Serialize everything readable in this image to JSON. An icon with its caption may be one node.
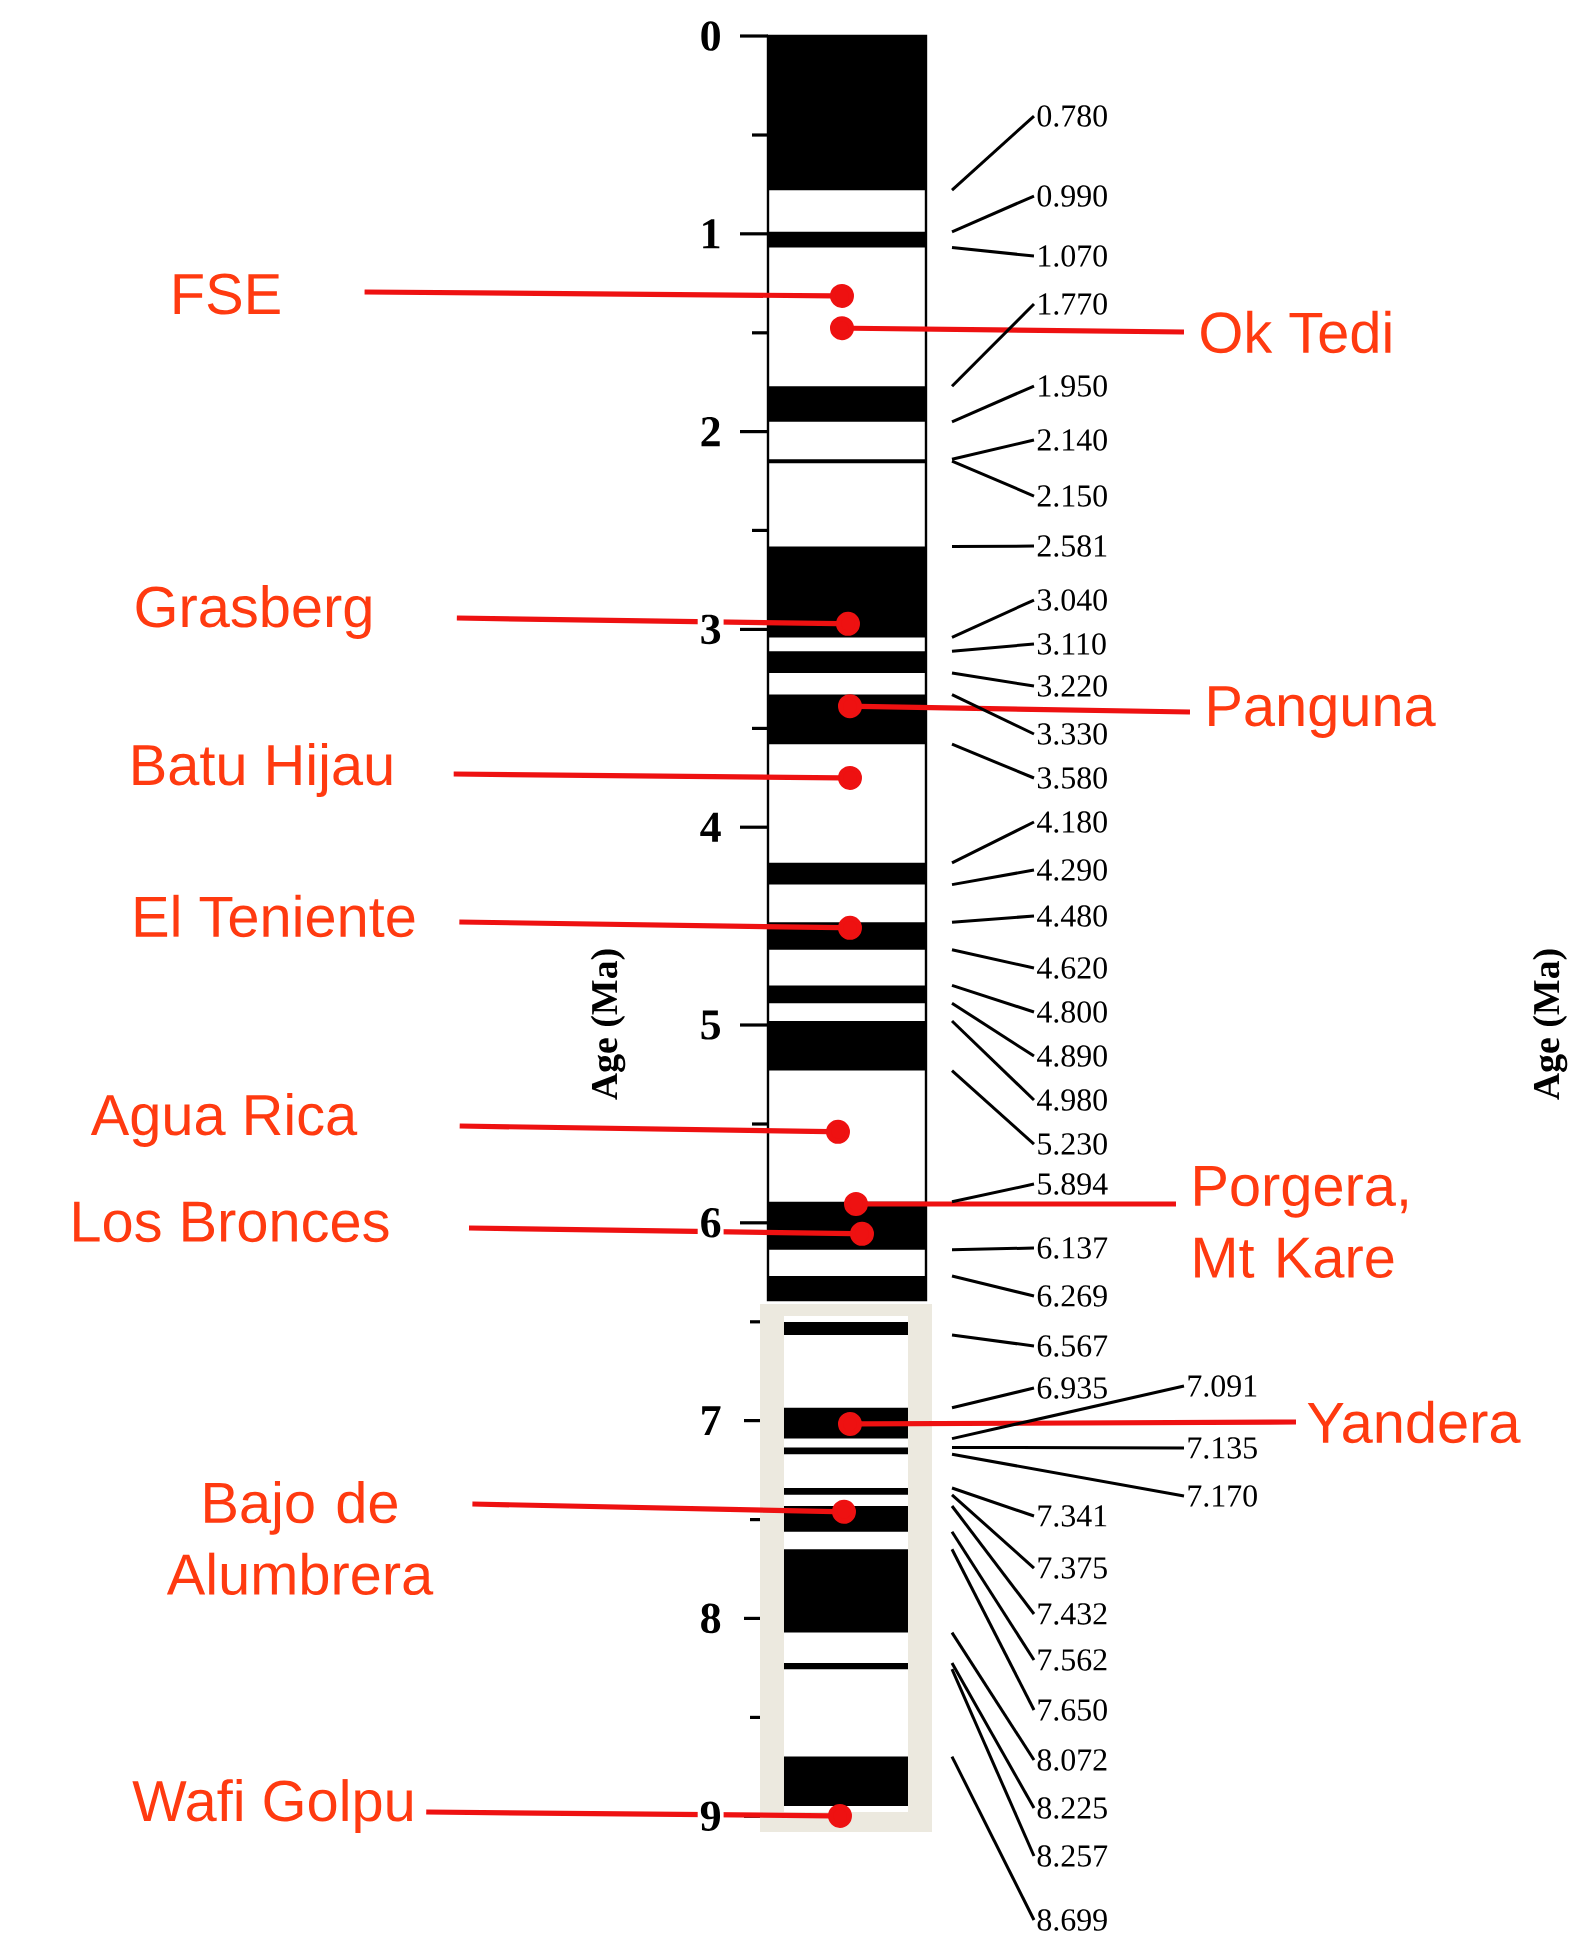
{
  "diagram": {
    "nodes": [
      {
        "text": [
          "FSE"
        ]
      },
      {
        "text": [
          "Ok Tedi"
        ]
      },
      {
        "text": [
          "Grasberg"
        ]
      },
      {
        "text": [
          "Panguna"
        ]
      },
      {
        "text": [
          "Batu Hijau"
        ]
      },
      {
        "text": [
          "El Teniente"
        ]
      },
      {
        "text": [
          "Agua Rica"
        ]
      },
      {
        "text": [
          "Porgera, Mt Kare"
        ]
      },
      {
        "text": [
          "Los Bronces"
        ]
      },
      {
        "text": [
          "Yandera"
        ]
      },
      {
        "text": [
          "Bajo de Alumbrera"
        ]
      },
      {
        "text": [
          "Wafi Golpu"
        ]
      },
      {
        "text": [
          "0.780"
        ]
      },
      {
        "text": [
          "0.990"
        ]
      },
      {
        "text": [
          "1.070"
        ]
      },
      {
        "text": [
          "1.770"
        ]
      },
      {
        "text": [
          "1.950"
        ]
      },
      {
        "text": [
          "2.140"
        ]
      },
      {
        "text": [
          "2.150"
        ]
      },
      {
        "text": [
          "2.581"
        ]
      },
      {
        "text": [
          "3.040"
        ]
      },
      {
        "text": [
          "3.110"
        ]
      },
      {
        "text": [
          "3.220"
        ]
      },
      {
        "text": [
          "3.330"
        ]
      },
      {
        "text": [
          "3.580"
        ]
      },
      {
        "text": [
          "4.180"
        ]
      },
      {
        "text": [
          "4.290"
        ]
      },
      {
        "text": [
          "4.480"
        ]
      },
      {
        "text": [
          "4.620"
        ]
      },
      {
        "text": [
          "4.800"
        ]
      },
      {
        "text": [
          "4.890"
        ]
      },
      {
        "text": [
          "4.980"
        ]
      },
      {
        "text": [
          "5.230"
        ]
      },
      {
        "text": [
          "5.894"
        ]
      },
      {
        "text": [
          "6.137"
        ]
      },
      {
        "text": [
          "6.269"
        ]
      },
      {
        "text": [
          "6.567"
        ]
      },
      {
        "text": [
          "6.935"
        ]
      },
      {
        "text": [
          "7.091"
        ]
      },
      {
        "text": [
          "7.135"
        ]
      },
      {
        "text": [
          "7.170"
        ]
      },
      {
        "text": [
          "7.341"
        ]
      },
      {
        "text": [
          "7.375"
        ]
      },
      {
        "text": [
          "7.432"
        ]
      },
      {
        "text": [
          "7.562"
        ]
      },
      {
        "text": [
          "7.650"
        ]
      },
      {
        "text": [
          "8.072"
        ]
      },
      {
        "text": [
          "8.225"
        ]
      },
      {
        "text": [
          "8.257"
        ]
      },
      {
        "text": [
          "8.699"
        ]
      }
    ],
    "edges": [
      {
        "from": 0,
        "to": null,
        "arrow": "other",
        "color": "#ee1111"
      },
      {
        "from": 1,
        "to": null,
        "arrow": "other",
        "color": "#ee1111"
      },
      {
        "from": 2,
        "to": null,
        "arrow": "other",
        "color": "#ee1111"
      },
      {
        "from": 3,
        "to": null,
        "arrow": "other",
        "color": "#ee1111"
      },
      {
        "from": 4,
        "to": null,
        "arrow": "other",
        "color": "#ee1111"
      },
      {
        "from": 5,
        "to": null,
        "arrow": "other",
        "color": "#ee1111"
      },
      {
        "from": 6,
        "to": null,
        "arrow": "other",
        "color": "#ee1111"
      },
      {
        "from": 7,
        "to": null,
        "arrow": "other",
        "color": "#ee1111"
      },
      {
        "from": 8,
        "to": null,
        "arrow": "other",
        "color": "#ee1111"
      },
      {
        "from": 9,
        "to": null,
        "arrow": "other",
        "color": "#ee1111"
      },
      {
        "from": 10,
        "to": null,
        "arrow": "other",
        "color": "#ee1111"
      },
      {
        "from": 11,
        "to": null,
        "arrow": "other",
        "color": "#ee1111"
      },
      {
        "from": 12,
        "to": null,
        "arrow": "none"
      },
      {
        "from": 13,
        "to": null,
        "arrow": "none"
      },
      {
        "from": 14,
        "to": null,
        "arrow": "none"
      },
      {
        "from": 15,
        "to": null,
        "arrow": "none"
      },
      {
        "from": 16,
        "to": null,
        "arrow": "none"
      },
      {
        "from": 17,
        "to": null,
        "arrow": "none"
      },
      {
        "from": 18,
        "to": null,
        "arrow": "none"
      },
      {
        "from": 19,
        "to": null,
        "arrow": "none"
      },
      {
        "from": 20,
        "to": null,
        "arrow": "none"
      },
      {
        "from": 21,
        "to": null,
        "arrow": "none"
      },
      {
        "from": 22,
        "to": null,
        "arrow": "none"
      },
      {
        "from": 23,
        "to": null,
        "arrow": "none"
      },
      {
        "from": 24,
        "to": null,
        "arrow": "none"
      },
      {
        "from": 25,
        "to": null,
        "arrow": "none"
      },
      {
        "from": 26,
        "to": null,
        "arrow": "none"
      },
      {
        "from": 27,
        "to": null,
        "arrow": "none"
      },
      {
        "from": 28,
        "to": null,
        "arrow": "none"
      },
      {
        "from": 29,
        "to": null,
        "arrow": "none"
      },
      {
        "from": 30,
        "to": null,
        "arrow": "none"
      },
      {
        "from": 31,
        "to": null,
        "arrow": "none"
      },
      {
        "from": 32,
        "to": null,
        "arrow": "none"
      },
      {
        "from": 33,
        "to": null,
        "arrow": "none"
      },
      {
        "from": 34,
        "to": null,
        "arrow": "none"
      },
      {
        "from": 35,
        "to": null,
        "arrow": "none"
      },
      {
        "from": 36,
        "to": null,
        "arrow": "none"
      },
      {
        "from": 37,
        "to": null,
        "arrow": "none"
      },
      {
        "from": 38,
        "to": null,
        "arrow": "none"
      },
      {
        "from": 39,
        "to": null,
        "arrow": "none"
      },
      {
        "from": 40,
        "to": null,
        "arrow": "none"
      },
      {
        "from": 41,
        "to": null,
        "arrow": "none"
      },
      {
        "from": 42,
        "to": null,
        "arrow": "none"
      },
      {
        "from": 43,
        "to": null,
        "arrow": "none"
      },
      {
        "from": 44,
        "to": null,
        "arrow": "none"
      },
      {
        "from": 45,
        "to": null,
        "arrow": "none"
      },
      {
        "from": 46,
        "to": null,
        "arrow": "none"
      },
      {
        "from": 47,
        "to": null,
        "arrow": "none"
      },
      {
        "from": 48,
        "to": null,
        "arrow": "none"
      },
      {
        "from": 49,
        "to": null,
        "arrow": "none"
      }
    ],
    "labels": [
      "0",
      "1",
      "2",
      "3",
      "4",
      "5",
      "6",
      "7",
      "8",
      "9",
      "Age (Ma)",
      "Age (Ma)"
    ]
  }
}
